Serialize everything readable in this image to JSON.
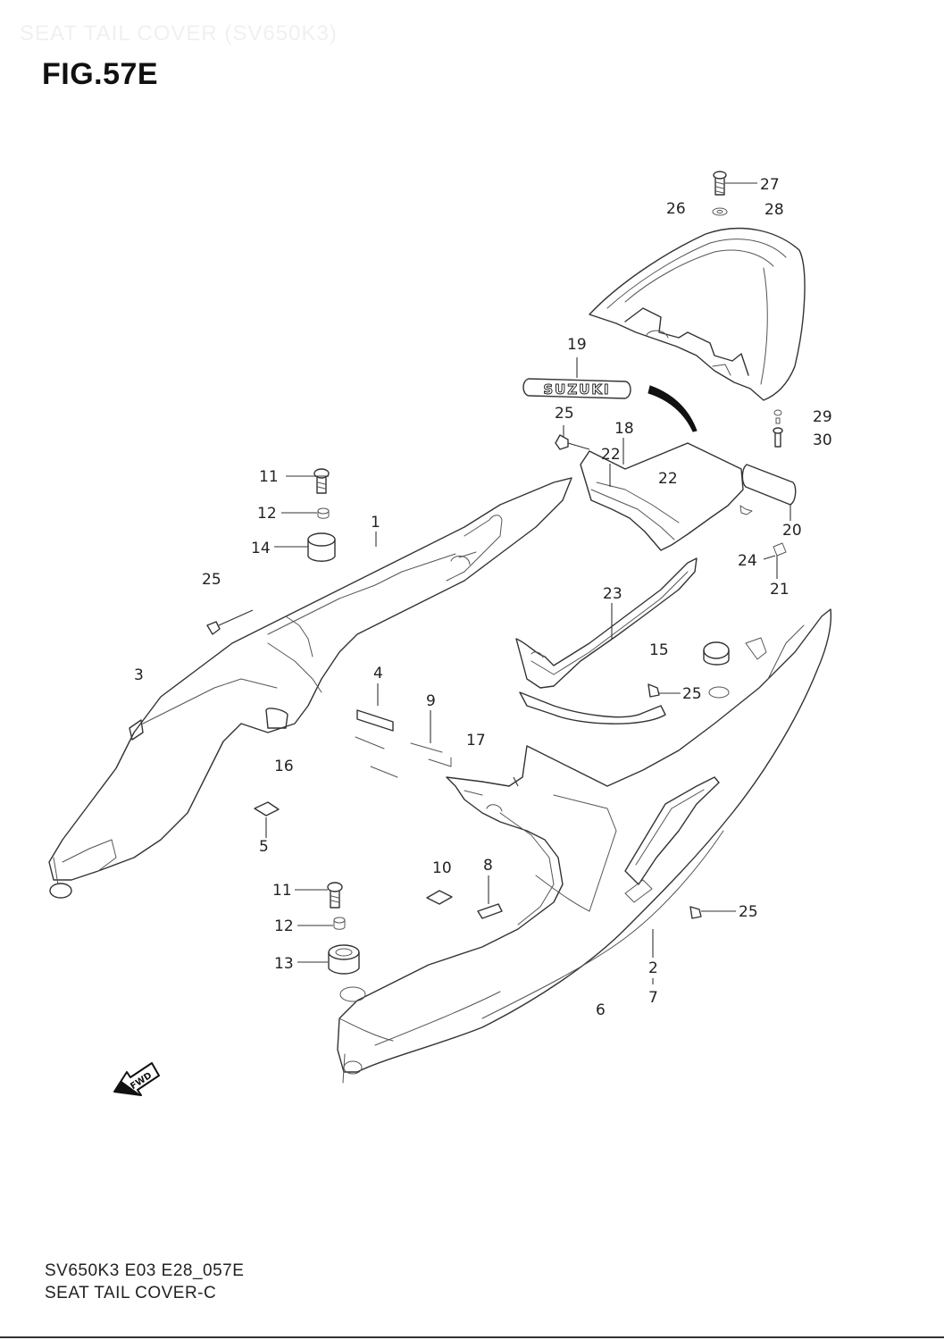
{
  "header": {
    "faint_title": "SEAT TAIL COVER (SV650K3)",
    "figure_title": "FIG.57E"
  },
  "labels": [
    {
      "id": "27",
      "text": "27"
    },
    {
      "id": "26",
      "text": "26"
    },
    {
      "id": "28",
      "text": "28"
    },
    {
      "id": "19",
      "text": "19"
    },
    {
      "id": "25a",
      "text": "25"
    },
    {
      "id": "18",
      "text": "18"
    },
    {
      "id": "22a",
      "text": "22"
    },
    {
      "id": "22b",
      "text": "22"
    },
    {
      "id": "29",
      "text": "29"
    },
    {
      "id": "30",
      "text": "30"
    },
    {
      "id": "11a",
      "text": "11"
    },
    {
      "id": "12a",
      "text": "12"
    },
    {
      "id": "14",
      "text": "14"
    },
    {
      "id": "1",
      "text": "1"
    },
    {
      "id": "20",
      "text": "20"
    },
    {
      "id": "24",
      "text": "24"
    },
    {
      "id": "21",
      "text": "21"
    },
    {
      "id": "25b",
      "text": "25"
    },
    {
      "id": "23",
      "text": "23"
    },
    {
      "id": "15",
      "text": "15"
    },
    {
      "id": "25c",
      "text": "25"
    },
    {
      "id": "3",
      "text": "3"
    },
    {
      "id": "4",
      "text": "4"
    },
    {
      "id": "9",
      "text": "9"
    },
    {
      "id": "17",
      "text": "17"
    },
    {
      "id": "16",
      "text": "16"
    },
    {
      "id": "5",
      "text": "5"
    },
    {
      "id": "10",
      "text": "10"
    },
    {
      "id": "8",
      "text": "8"
    },
    {
      "id": "11b",
      "text": "11"
    },
    {
      "id": "12b",
      "text": "12"
    },
    {
      "id": "13",
      "text": "13"
    },
    {
      "id": "25d",
      "text": "25"
    },
    {
      "id": "2",
      "text": "2"
    },
    {
      "id": "7",
      "text": "7"
    },
    {
      "id": "6",
      "text": "6"
    }
  ],
  "emblem_text": "SUZUKI",
  "arrow_text": "FWD",
  "footer": {
    "line1": "SV650K3 E03 E28_057E",
    "line2": "SEAT TAIL COVER-C"
  }
}
